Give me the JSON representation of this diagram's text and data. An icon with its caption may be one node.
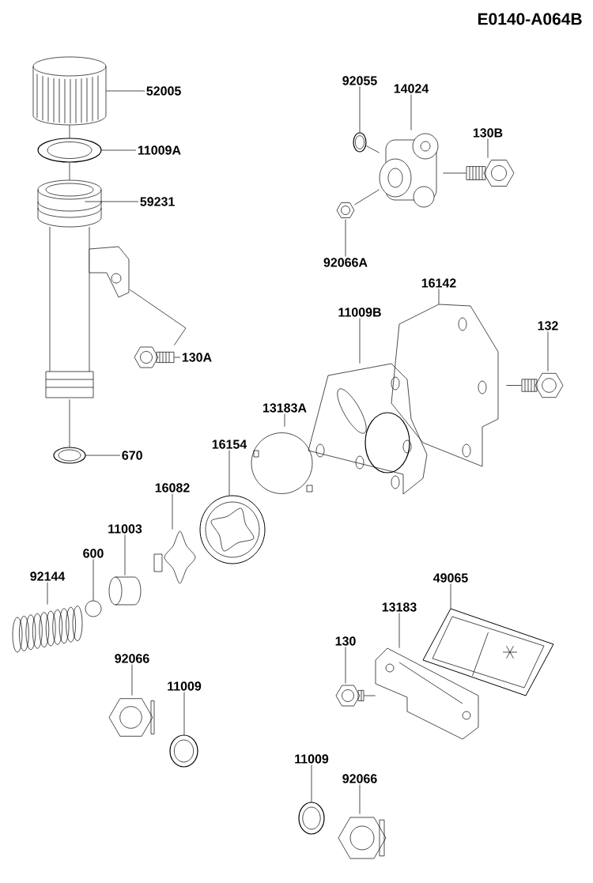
{
  "diagram": {
    "nodes": [
      {
        "text": [
          "52005"
        ]
      },
      {
        "text": [],
        "shape": "picture"
      },
      {
        "text": [
          "11009A"
        ]
      },
      {
        "text": [],
        "shape": "picture"
      },
      {
        "text": [
          "59231"
        ]
      },
      {
        "text": [],
        "shape": "picture"
      },
      {
        "text": [
          "130A"
        ]
      },
      {
        "text": [],
        "shape": "picture"
      },
      {
        "text": [
          "670"
        ]
      },
      {
        "text": [],
        "shape": "picture"
      },
      {
        "text": [
          "92055"
        ]
      },
      {
        "text": [],
        "shape": "picture"
      },
      {
        "text": [
          "14024"
        ]
      },
      {
        "text": [],
        "shape": "picture"
      },
      {
        "text": [
          "130B"
        ]
      },
      {
        "text": [],
        "shape": "picture"
      },
      {
        "text": [
          "92066A"
        ]
      },
      {
        "text": [],
        "shape": "picture"
      },
      {
        "text": [
          "16142"
        ]
      },
      {
        "text": [],
        "shape": "picture"
      },
      {
        "text": [
          "11009B"
        ]
      },
      {
        "text": [],
        "shape": "picture"
      },
      {
        "text": [
          "132"
        ]
      },
      {
        "text": [],
        "shape": "picture"
      },
      {
        "text": [
          "13183A"
        ]
      },
      {
        "text": [],
        "shape": "picture"
      },
      {
        "text": [
          "16154"
        ]
      },
      {
        "text": [],
        "shape": "picture"
      },
      {
        "text": [
          "16082"
        ]
      },
      {
        "text": [],
        "shape": "picture"
      },
      {
        "text": [
          "11003"
        ]
      },
      {
        "text": [],
        "shape": "picture"
      },
      {
        "text": [
          "600"
        ]
      },
      {
        "text": [],
        "shape": "circle"
      },
      {
        "text": [
          "92144"
        ]
      },
      {
        "text": [],
        "shape": "picture"
      },
      {
        "text": [
          "92066"
        ]
      },
      {
        "text": [],
        "shape": "picture"
      },
      {
        "text": [
          "11009"
        ]
      },
      {
        "text": [],
        "shape": "picture"
      },
      {
        "text": [
          "49065"
        ]
      },
      {
        "text": [],
        "shape": "picture"
      },
      {
        "text": [
          "13183"
        ]
      },
      {
        "text": [],
        "shape": "picture"
      },
      {
        "text": [
          "130"
        ]
      },
      {
        "text": [],
        "shape": "picture"
      },
      {
        "text": [
          "11009"
        ]
      },
      {
        "text": [],
        "shape": "picture"
      },
      {
        "text": [
          "92066"
        ]
      },
      {
        "text": [],
        "shape": "picture"
      }
    ],
    "edges": [
      {
        "from": 0,
        "to": 1,
        "arrow": "none"
      },
      {
        "from": 2,
        "to": 3,
        "arrow": "none"
      },
      {
        "from": 4,
        "to": 5,
        "arrow": "none"
      },
      {
        "from": 6,
        "to": 7,
        "arrow": "none"
      },
      {
        "from": 8,
        "to": 9,
        "arrow": "none"
      },
      {
        "from": 10,
        "to": 11,
        "arrow": "none"
      },
      {
        "from": 12,
        "to": 13,
        "arrow": "none"
      },
      {
        "from": 14,
        "to": 15,
        "arrow": "none"
      },
      {
        "from": 16,
        "to": 17,
        "arrow": "none"
      },
      {
        "from": 18,
        "to": 19,
        "arrow": "none"
      },
      {
        "from": 20,
        "to": 21,
        "arrow": "none"
      },
      {
        "from": 22,
        "to": 23,
        "arrow": "none"
      },
      {
        "from": 24,
        "to": 25,
        "arrow": "none"
      },
      {
        "from": 26,
        "to": 27,
        "arrow": "none"
      },
      {
        "from": 28,
        "to": 29,
        "arrow": "none"
      },
      {
        "from": 30,
        "to": 31,
        "arrow": "none"
      },
      {
        "from": 32,
        "to": 33,
        "arrow": "none"
      },
      {
        "from": 34,
        "to": 35,
        "arrow": "none"
      },
      {
        "from": 36,
        "to": 37,
        "arrow": "none"
      },
      {
        "from": 38,
        "to": 39,
        "arrow": "none"
      },
      {
        "from": 40,
        "to": 41,
        "arrow": "none"
      },
      {
        "from": 42,
        "to": 43,
        "arrow": "none"
      },
      {
        "from": 44,
        "to": 45,
        "arrow": "none"
      },
      {
        "from": 46,
        "to": 47,
        "arrow": "none"
      },
      {
        "from": 48,
        "to": 49,
        "arrow": "none"
      },
      {
        "from": 1,
        "to": 3,
        "arrow": "none"
      },
      {
        "from": 3,
        "to": 5,
        "arrow": "none"
      },
      {
        "from": 7,
        "to": 5,
        "arrow": "none"
      },
      {
        "from": 9,
        "to": 5,
        "arrow": "none"
      },
      {
        "from": 11,
        "to": 13,
        "arrow": "none"
      },
      {
        "from": 15,
        "to": 13,
        "arrow": "none"
      },
      {
        "from": 17,
        "to": 13,
        "arrow": "none"
      },
      {
        "from": 23,
        "to": 19,
        "arrow": "none"
      },
      {
        "from": 45,
        "to": 43,
        "arrow": "none"
      }
    ],
    "labels": [
      "E0140-A064B"
    ]
  }
}
